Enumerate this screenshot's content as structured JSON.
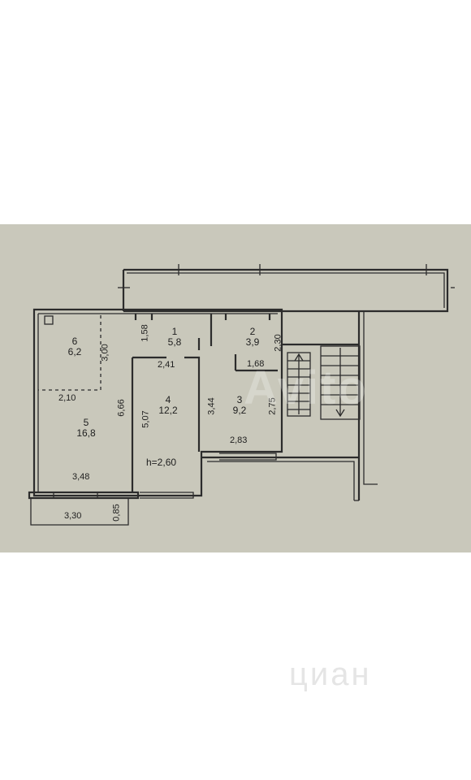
{
  "plan": {
    "rooms": [
      {
        "number": "1",
        "area": "5,8"
      },
      {
        "number": "2",
        "area": "3,9"
      },
      {
        "number": "3",
        "area": "9,2"
      },
      {
        "number": "4",
        "area": "12,2"
      },
      {
        "number": "5",
        "area": "16,8"
      },
      {
        "number": "6",
        "area": "6,2"
      }
    ],
    "dimensions": {
      "d_1_58": "1,58",
      "d_2_30": "2,30",
      "d_3_00": "3,00",
      "d_2_41": "2,41",
      "d_1_68": "1,68",
      "d_2_10": "2,10",
      "d_6_66": "6,66",
      "d_5_07": "5,07",
      "d_3_44": "3,44",
      "d_2_75": "2,75",
      "d_2_83": "2,83",
      "d_3_48": "3,48",
      "d_3_30": "3,30",
      "d_0_85": "0,85"
    },
    "ceiling_height": "h=2,60"
  },
  "watermarks": {
    "avito": "Avito",
    "cian": "циан"
  },
  "colors": {
    "paper": "#c9c8bb",
    "lines": "#2c2c2c",
    "background": "#ffffff"
  }
}
